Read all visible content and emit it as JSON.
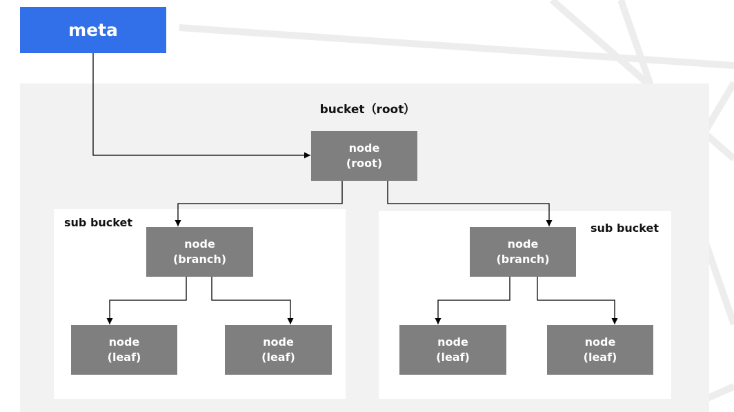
{
  "meta": {
    "label": "meta"
  },
  "bucket": {
    "label": "bucket（root）"
  },
  "sub_buckets": {
    "left_label": "sub bucket",
    "right_label": "sub bucket"
  },
  "nodes": {
    "root": {
      "title": "node",
      "role": "(root)"
    },
    "branch_l": {
      "title": "node",
      "role": "(branch)"
    },
    "branch_r": {
      "title": "node",
      "role": "(branch)"
    },
    "leaf_1": {
      "title": "node",
      "role": "(leaf)"
    },
    "leaf_2": {
      "title": "node",
      "role": "(leaf)"
    },
    "leaf_3": {
      "title": "node",
      "role": "(leaf)"
    },
    "leaf_4": {
      "title": "node",
      "role": "(leaf)"
    }
  },
  "colors": {
    "meta_fill": "#3170e8",
    "bucket_fill": "#f2f2f2",
    "sub_bucket_fill": "#ffffff",
    "node_fill": "#7f7f7f",
    "connector": "#000000"
  }
}
